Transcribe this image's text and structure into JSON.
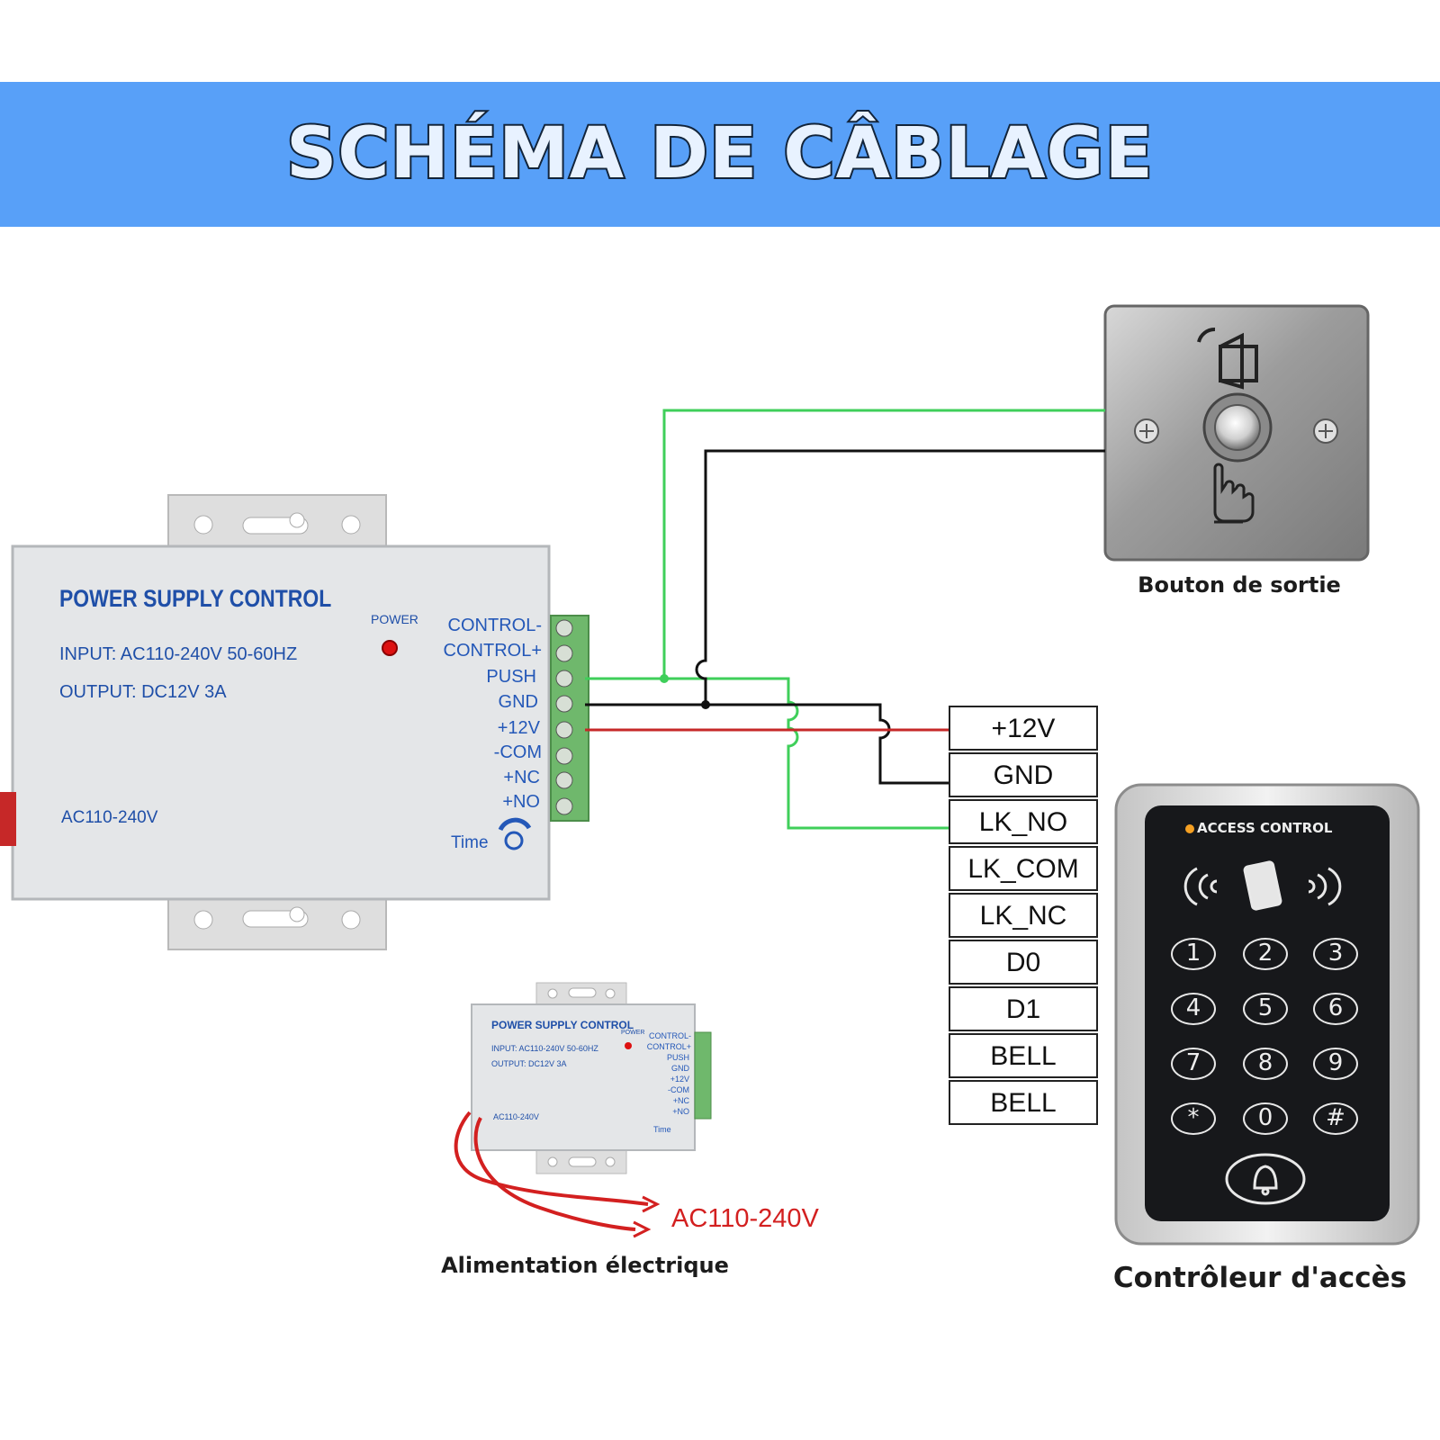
{
  "title": "SCHÉMA DE CÂBLAGE",
  "psu": {
    "heading": "POWER SUPPLY CONTROL",
    "input": "INPUT: AC110-240V 50-60HZ",
    "output": "OUTPUT: DC12V  3A",
    "power_label": "POWER",
    "ac_label": "AC110-240V",
    "time_label": "Time",
    "terminals": [
      "CONTROL-",
      "CONTROL+",
      "PUSH",
      "GND",
      "+12V",
      "-COM",
      "+NC",
      "+NO"
    ]
  },
  "exit_button": {
    "caption": "Bouton de sortie"
  },
  "terminal_block": {
    "rows": [
      "+12V",
      "GND",
      "LK_NO",
      "LK_COM",
      "LK_NC",
      "D0",
      "D1",
      "BELL",
      "BELL"
    ]
  },
  "keypad": {
    "brand": "ACCESS CONTROL",
    "keys": [
      "1",
      "2",
      "3",
      "4",
      "5",
      "6",
      "7",
      "8",
      "9",
      "*",
      "0",
      "#"
    ],
    "caption": "Contrôleur d'accès"
  },
  "small_psu": {
    "heading": "POWER SUPPLY CONTROL",
    "input": "INPUT: AC110-240V 50-60HZ",
    "output": "OUTPUT: DC12V  3A",
    "power_label": "POWER",
    "ac_label": "AC110-240V",
    "time_label": "Time",
    "terminals": [
      "CONTROL-",
      "CONTROL+",
      "PUSH",
      "GND",
      "+12V",
      "-COM",
      "+NC",
      "+NO"
    ],
    "mains_label": "AC110-240V",
    "caption": "Alimentation électrique"
  },
  "colors": {
    "banner": "#58a0f8",
    "wire_green": "#3fcf5a",
    "wire_black": "#111111",
    "wire_red": "#c62828",
    "psu_text": "#1f4fa8"
  }
}
